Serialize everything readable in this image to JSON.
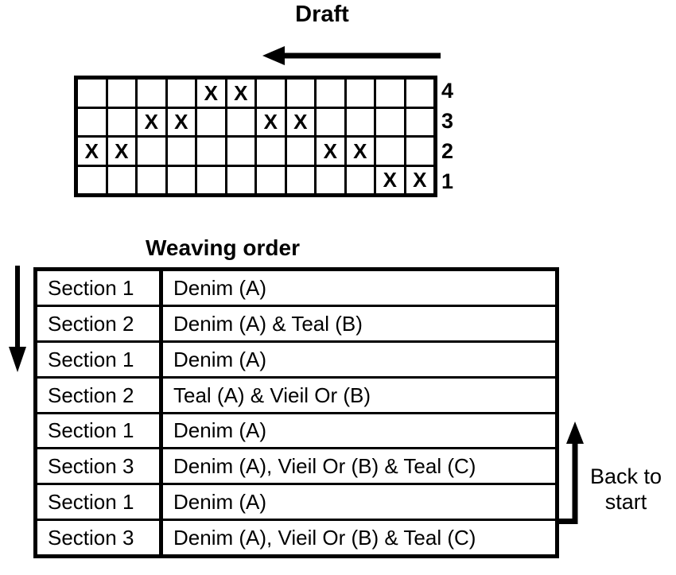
{
  "draft": {
    "title": "Draft",
    "grid": {
      "columns": 12,
      "rows": [
        {
          "label": "4",
          "cells": [
            "",
            "",
            "",
            "",
            "X",
            "X",
            "",
            "",
            "",
            "",
            "",
            ""
          ]
        },
        {
          "label": "3",
          "cells": [
            "",
            "",
            "X",
            "X",
            "",
            "",
            "X",
            "X",
            "",
            "",
            "",
            ""
          ]
        },
        {
          "label": "2",
          "cells": [
            "X",
            "X",
            "",
            "",
            "",
            "",
            "",
            "",
            "X",
            "X",
            "",
            ""
          ]
        },
        {
          "label": "1",
          "cells": [
            "",
            "",
            "",
            "",
            "",
            "",
            "",
            "",
            "",
            "",
            "X",
            "X"
          ]
        }
      ]
    }
  },
  "weaving_order": {
    "title": "Weaving order",
    "rows": [
      {
        "section": "Section 1",
        "yarns": "Denim (A)"
      },
      {
        "section": "Section 2",
        "yarns": "Denim (A) & Teal (B)"
      },
      {
        "section": "Section 1",
        "yarns": "Denim (A)"
      },
      {
        "section": "Section 2",
        "yarns": "Teal (A) & Vieil Or (B)"
      },
      {
        "section": "Section 1",
        "yarns": "Denim (A)"
      },
      {
        "section": "Section 3",
        "yarns": "Denim (A), Vieil Or (B) & Teal (C)"
      },
      {
        "section": "Section 1",
        "yarns": "Denim (A)"
      },
      {
        "section": "Section 3",
        "yarns": "Denim (A), Vieil Or (B) & Teal (C)"
      }
    ]
  },
  "annotations": {
    "back_to_start_line1": "Back to",
    "back_to_start_line2": "start"
  },
  "colors": {
    "ink": "#000000",
    "background": "#ffffff"
  }
}
